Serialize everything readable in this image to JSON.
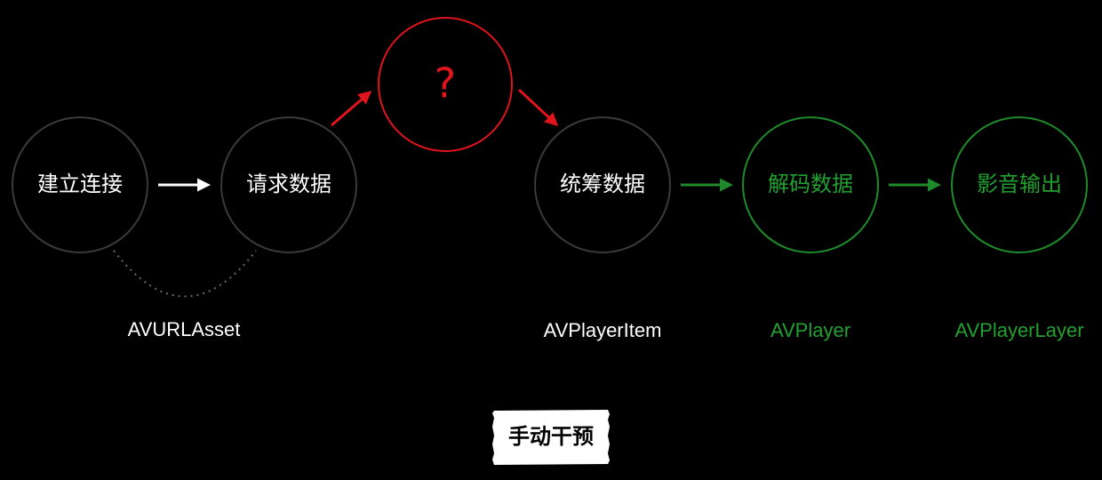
{
  "colors": {
    "background": "#000000",
    "neutral_stroke": "#3a3a3a",
    "neutral_text": "#ffffff",
    "unknown": "#e0141c",
    "player": "#1f8a2a",
    "player_text": "#22a030",
    "badge_bg": "#ffffff",
    "badge_text": "#000000"
  },
  "nodes": {
    "connect": "建立连接",
    "request": "请求数据",
    "unknown": "?",
    "coordinate": "统筹数据",
    "decode": "解码数据",
    "output": "影音输出"
  },
  "captions": {
    "asset": "AVURLAsset",
    "item": "AVPlayerItem",
    "player": "AVPlayer",
    "layer": "AVPlayerLayer"
  },
  "badge": {
    "label": "手动干预"
  }
}
